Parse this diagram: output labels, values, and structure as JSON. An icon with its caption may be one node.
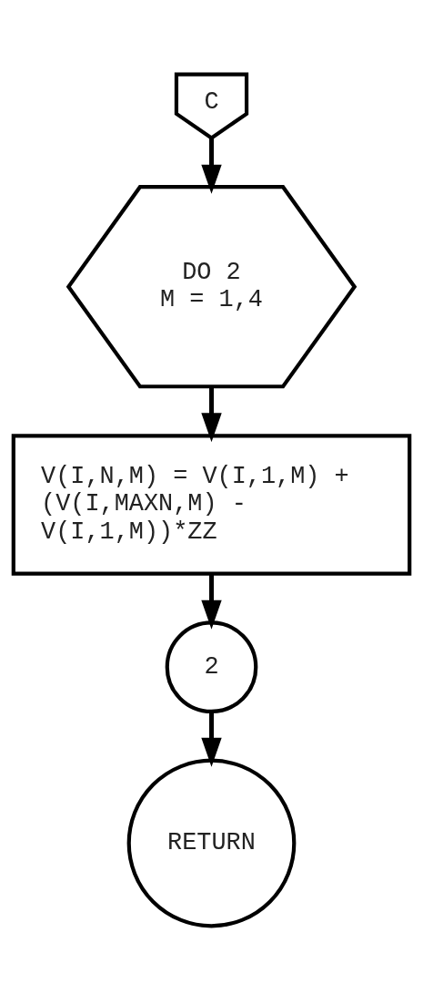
{
  "diagram": {
    "nodes": [
      {
        "text": [
          "C"
        ]
      },
      {
        "text": [
          "DO 2",
          "M = 1,4"
        ]
      },
      {
        "text": [
          "V(I,N,M) = V(I,1,M) + (V(I,MAXN,M) - V(I,1,M))*ZZ"
        ]
      },
      {
        "text": [
          "2"
        ]
      },
      {
        "text": [
          "RETURN"
        ]
      }
    ],
    "edges": [
      {
        "from": 0,
        "to": 1,
        "arrow": "to"
      },
      {
        "from": 1,
        "to": 2,
        "arrow": "to"
      },
      {
        "from": 2,
        "to": 3,
        "arrow": "to"
      },
      {
        "from": 3,
        "to": 4,
        "arrow": "to"
      }
    ]
  }
}
